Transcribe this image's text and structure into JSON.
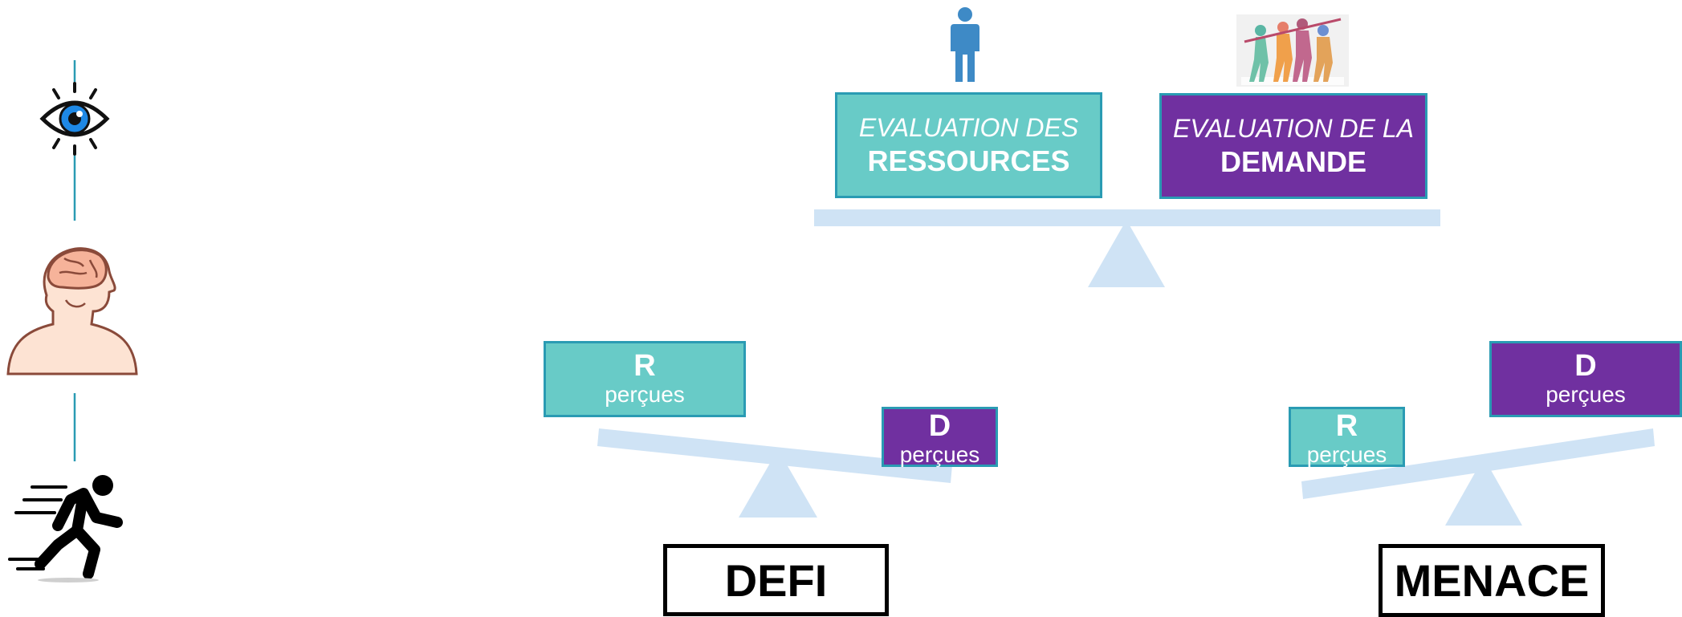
{
  "colors": {
    "teal": "#68cbc7",
    "purple": "#7030a0",
    "scale": "#cfe3f5",
    "line": "#2a9bb3"
  },
  "icons": [
    "eye-icon",
    "head-brain-icon",
    "runner-icon",
    "person-icon",
    "crowd-image"
  ],
  "top_scale": {
    "resources": {
      "line1": "EVALUATION DES",
      "line2": "RESSOURCES"
    },
    "demand": {
      "line1": "EVALUATION DE LA",
      "line2": "DEMANDE"
    }
  },
  "defi_scale": {
    "r": {
      "letter": "R",
      "sub": "perçues"
    },
    "d": {
      "letter": "D",
      "sub": "perçues"
    },
    "verdict": "DEFI"
  },
  "menace_scale": {
    "r": {
      "letter": "R",
      "sub": "perçues"
    },
    "d": {
      "letter": "D",
      "sub": "perçues"
    },
    "verdict": "MENACE"
  }
}
